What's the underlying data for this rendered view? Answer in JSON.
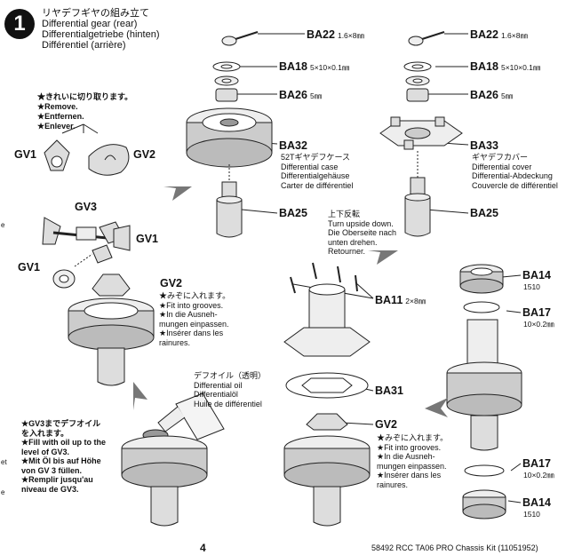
{
  "step": {
    "number": "1",
    "title_jp": "リヤデフギヤの組み立て",
    "title_en": "Differential gear (rear)",
    "title_de": "Differentialgetriebe (hinten)",
    "title_fr": "Différentiel (arrière)"
  },
  "remove_note": [
    "★きれいに切り取ります。",
    "★Remove.",
    "★Entfernen.",
    "★Enlever."
  ],
  "parts": {
    "ba22": {
      "code": "BA22",
      "size": "1.6×8㎜"
    },
    "ba18": {
      "code": "BA18",
      "size": "5×10×0.1㎜"
    },
    "ba26": {
      "code": "BA26",
      "size": "5㎜"
    },
    "ba32": {
      "code": "BA32",
      "lines": [
        "52Tギヤデフケース",
        "Differential case",
        "Differentialgehäuse",
        "Carter de différentiel"
      ]
    },
    "ba33": {
      "code": "BA33",
      "lines": [
        "ギヤデフカバー",
        "Differential cover",
        "Differential-Abdeckung",
        "Couvercle de différentiel"
      ]
    },
    "ba25": {
      "code": "BA25"
    },
    "ba11": {
      "code": "BA11",
      "size": "2×8㎜"
    },
    "ba31": {
      "code": "BA31"
    },
    "ba14": {
      "code": "BA14",
      "size": "1510"
    },
    "ba17": {
      "code": "BA17",
      "size": "10×0.2㎜"
    },
    "gv1": {
      "code": "GV1"
    },
    "gv2": {
      "code": "GV2"
    },
    "gv3": {
      "code": "GV3"
    }
  },
  "upside_down_note": [
    "上下反転",
    "Turn upside down.",
    "Die Oberseite nach",
    "unten drehen.",
    "Retourner."
  ],
  "grooves_note": [
    "★みぞに入れます。",
    "★Fit into grooves.",
    "★In  die  Ausneh-",
    "mungen einpassen.",
    "★Insérer  dans  les",
    "rainures."
  ],
  "oil_note": [
    "デフオイル（透明）",
    "Differential oil",
    "Differentialöl",
    "Huile de différentiel"
  ],
  "fill_note": [
    "★GV3までデフオイル",
    "を入れます。",
    "★Fill with oil up to the",
    "level of GV3.",
    "★Mit Öl bis auf Höhe",
    "von GV 3 füllen.",
    "★Remplir    jusqu'au",
    "niveau de GV3."
  ],
  "footer": {
    "page_number": "4",
    "kit": "58492  RCC TA06 PRO Chassis Kit (11051952)"
  },
  "margin_marks": [
    "e",
    "et",
    "e"
  ]
}
